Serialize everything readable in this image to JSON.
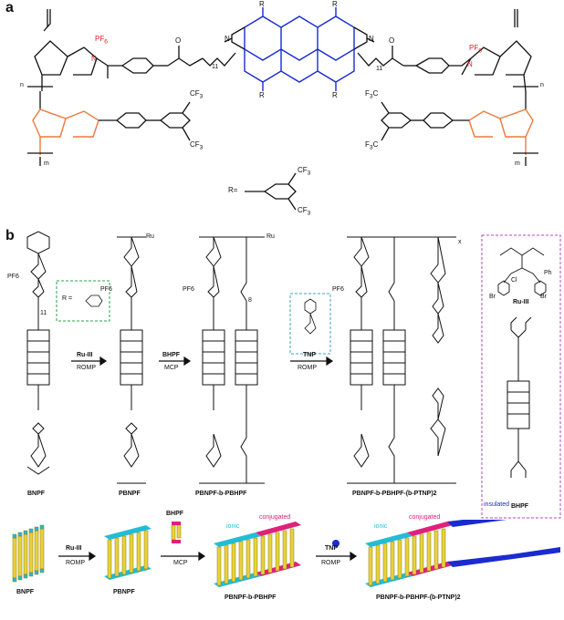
{
  "panel_a": {
    "letter": "a",
    "pf6_left": "PF",
    "pf6_right": "PF",
    "pf6_sub": "6",
    "n_left": "N",
    "n_right": "N",
    "plus": "+",
    "r_label": "R",
    "sub_11_left": "11",
    "sub_11_right": "11",
    "n_sub": "n",
    "m_sub": "m",
    "cf3": "CF",
    "cf3_sub": "3",
    "f3c": "F",
    "f3c_3": "3",
    "f3c_c": "C",
    "r_definition": "R=",
    "o": "O",
    "n_imide": "N"
  },
  "panel_b": {
    "letter": "b",
    "r_box_label": "R =",
    "ru_catalyst": "Ru-III",
    "romp": "ROMP",
    "bhpf": "BHPF",
    "mcp": "MCP",
    "tnp": "TNP",
    "names": {
      "bnpf": "BNPF",
      "pbnpf": "PBNPF",
      "pbnpf_b_pbhpf": "PBNPF-b-PBHPF",
      "final": "PBNPF-b-PBHPF-(b-PTNP)2",
      "bhpf_side": "BHPF"
    },
    "ru_label": "Ru-III",
    "ru_ph": "Ph",
    "ru_cl": "Cl",
    "ru_br1": "Br",
    "ru_br2": "Br",
    "pf6": "PF6",
    "n11": "11",
    "n8": "8",
    "x_sub": "x",
    "ru_end": "Ru"
  },
  "panel_c": {
    "labels": {
      "bnpf": "BNPF",
      "pbnpf": "PBNPF",
      "pbnpf_b_pbhpf": "PBNPF-b-PBHPF",
      "final": "PBNPF-b-PBHPF-(b-PTNP)2",
      "bhpf": "BHPF"
    },
    "arrows": {
      "step1_top": "Ru-III",
      "step1_bottom": "ROMP",
      "step2_bottom": "MCP",
      "step3_top": "TNP",
      "step3_bottom": "ROMP"
    },
    "tags": {
      "ionic_1": "ionic",
      "conjugated_1": "conjugated",
      "ionic_2": "ionic",
      "conjugated_2": "conjugated",
      "insulated": "insulated"
    }
  },
  "colors": {
    "black": "#111111",
    "blue": "#1a2bd0",
    "orange": "#ec7a3c",
    "red": "#e0202a",
    "cyan": "#22bcd6",
    "magenta": "#e0207a",
    "yellow": "#e8d23a",
    "green_box": "#2aa14a",
    "teal_box": "#3aa6c4",
    "purple_box": "#b545c8"
  }
}
